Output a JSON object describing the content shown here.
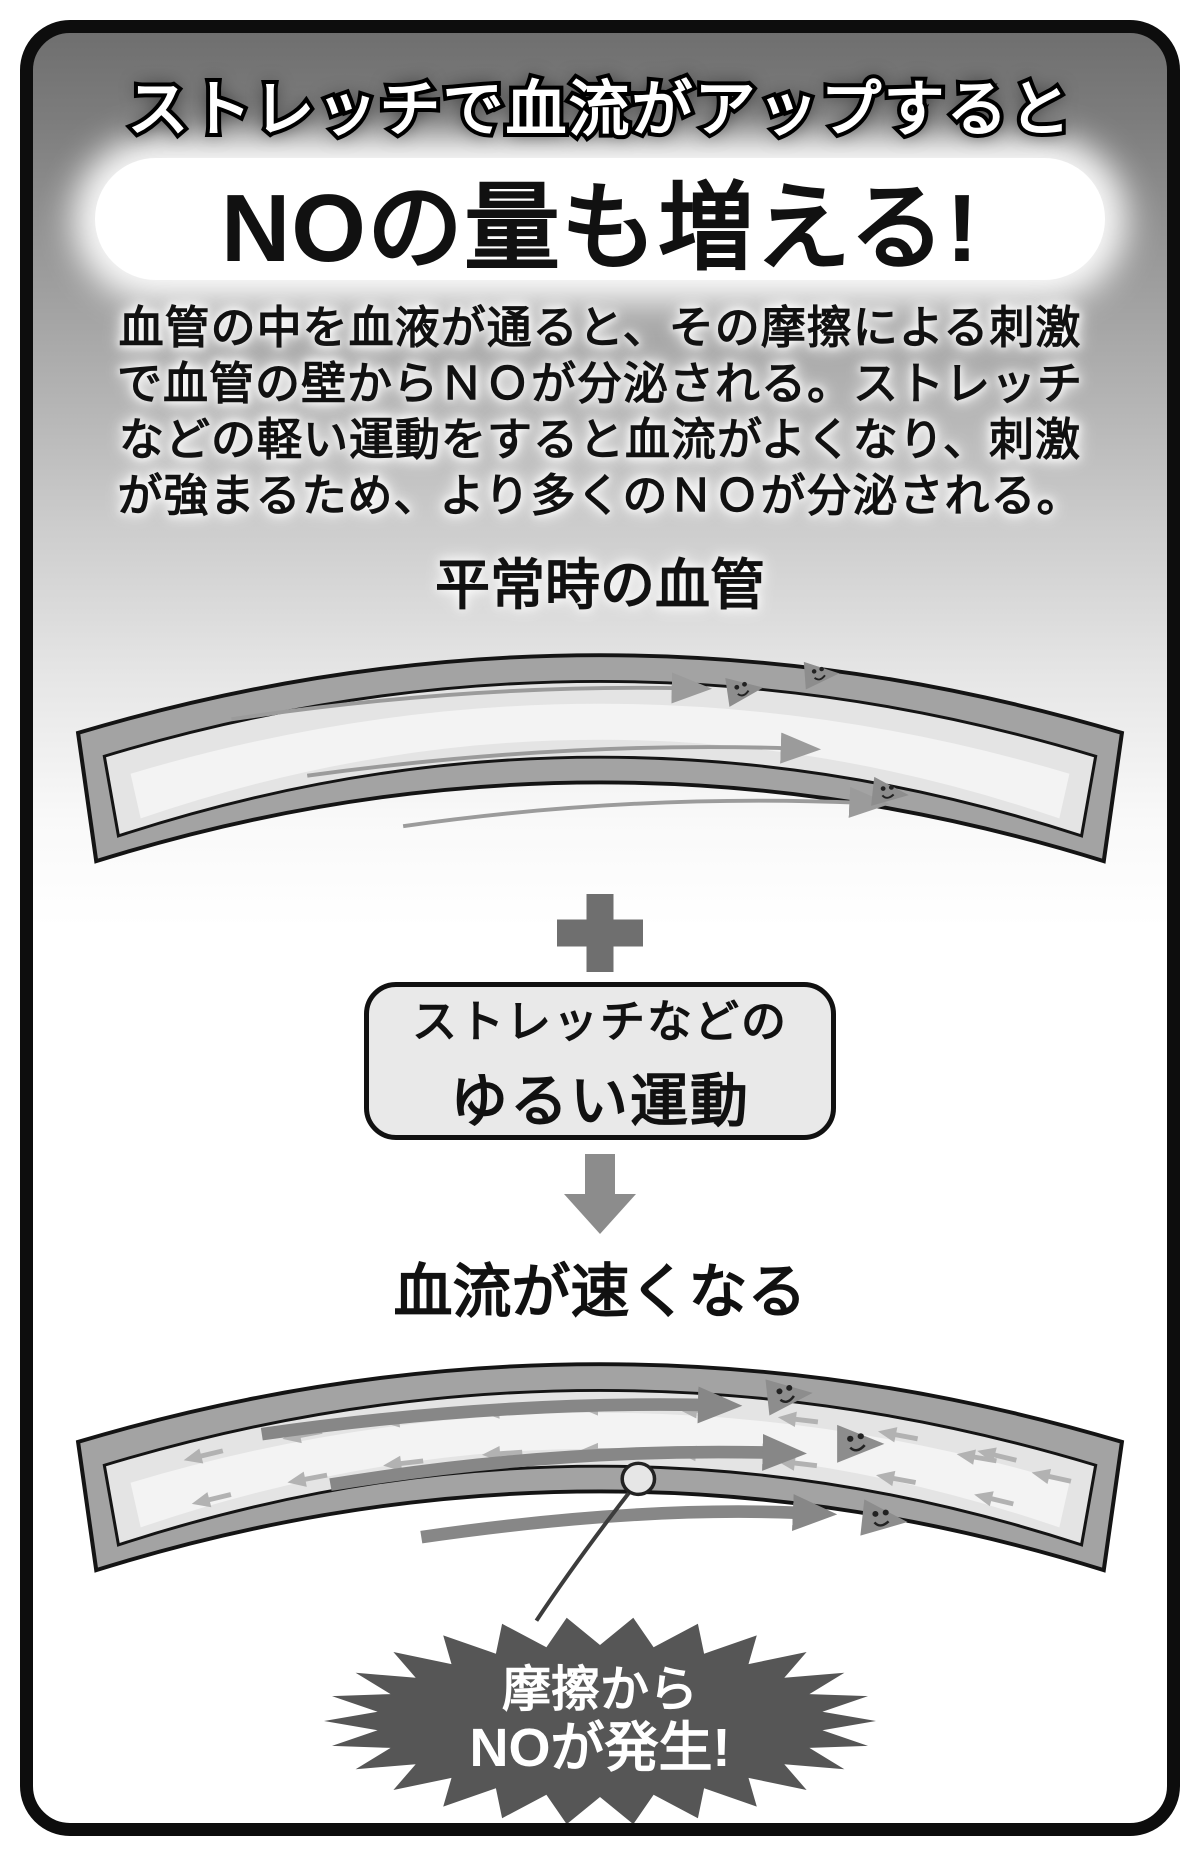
{
  "title": {
    "line1": "ストレッチで血流がアップすると",
    "line2": "NOの量も増える!"
  },
  "description": {
    "lines": [
      "血管の中を血液が通ると、その摩擦による刺激",
      "で血管の壁からＮＯが分泌される。ストレッチ",
      "などの軽い運動をすると血流がよくなり、刺激",
      "が強まるため、より多くのＮＯが分泌される。"
    ]
  },
  "sections": {
    "normal": {
      "label": "平常時の血管"
    },
    "fast": {
      "label": "血流が速くなる"
    }
  },
  "stretch_box": {
    "line1": "ストレッチなどの",
    "line2": "ゆるい運動"
  },
  "burst": {
    "line1": "摩擦から",
    "line2": "NOが発生!"
  },
  "icons": {
    "plus": "+",
    "down_arrow": "▼",
    "flow_arrow_right": "→",
    "wall_friction_arrow_left": "←",
    "blood_cell_particle": "☺"
  },
  "colors": {
    "background_top": "#6f6f6f",
    "background_bottom": "#ffffff",
    "vessel_wall": "#a3a3a3",
    "vessel_lumen": "#e4e4e4",
    "vessel_highlight": "#f3f3f3",
    "thin_flow_arrow": "#9b9b9b",
    "big_flow_arrow": "#878787",
    "wall_arrow": "#b2b2b2",
    "plus_sign": "#6f6f6f",
    "burst_fill": "#565656",
    "burst_text": "#ffffff",
    "box_fill": "#e9e9e9"
  }
}
